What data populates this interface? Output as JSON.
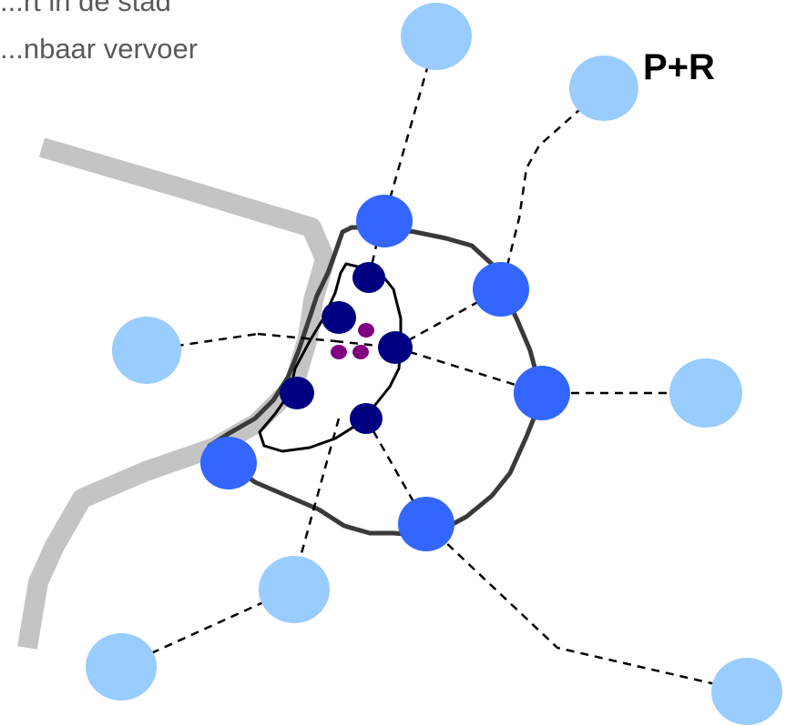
{
  "texts": {
    "line1": "...rt in de stad",
    "line2": "...nbaar vervoer",
    "pr_label": "P+R"
  },
  "colors": {
    "road": "#c4c4c4",
    "ring_outer": "#3a3a3a",
    "ring_inner": "#000000",
    "link_dash": "#000000",
    "pr_node": "#99ccff",
    "ring_node": "#3366ff",
    "inner_node": "#000080",
    "center_dot": "#800080"
  },
  "legend": {
    "pr_node": "P+R"
  }
}
